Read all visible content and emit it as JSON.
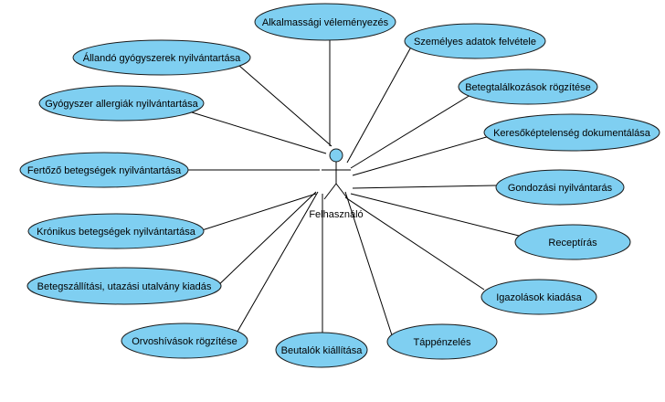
{
  "diagram": {
    "actor": {
      "label": "Felhasználó"
    },
    "use_cases": [
      {
        "id": "uc1",
        "label": "Alkalmassági véleményezés"
      },
      {
        "id": "uc2",
        "label": "Személyes adatok felvétele"
      },
      {
        "id": "uc3",
        "label": "Betegtalálkozások rögzítése"
      },
      {
        "id": "uc4",
        "label": "Keresőképtelenség dokumentálása"
      },
      {
        "id": "uc5",
        "label": "Gondozási nyilvántarás"
      },
      {
        "id": "uc6",
        "label": "Receptírás"
      },
      {
        "id": "uc7",
        "label": "Igazolások kiadása"
      },
      {
        "id": "uc8",
        "label": "Táppénzelés"
      },
      {
        "id": "uc9",
        "label": "Beutalók kiállítása"
      },
      {
        "id": "uc10",
        "label": "Orvoshívások rögzítése"
      },
      {
        "id": "uc11",
        "label": "Betegszállítási, utazási utalvány kiadás"
      },
      {
        "id": "uc12",
        "label": "Krónikus betegségek nyilvántartása"
      },
      {
        "id": "uc13",
        "label": "Fertőző betegségek nyilvántartása"
      },
      {
        "id": "uc14",
        "label": "Gyógyszer allergiák nyilvántartása"
      },
      {
        "id": "uc15",
        "label": "Állandó gyógyszerek nyilvántartása"
      }
    ],
    "colors": {
      "use_case_fill": "#7fcff1",
      "outline": "#1a1a1a",
      "line": "#000000"
    }
  }
}
